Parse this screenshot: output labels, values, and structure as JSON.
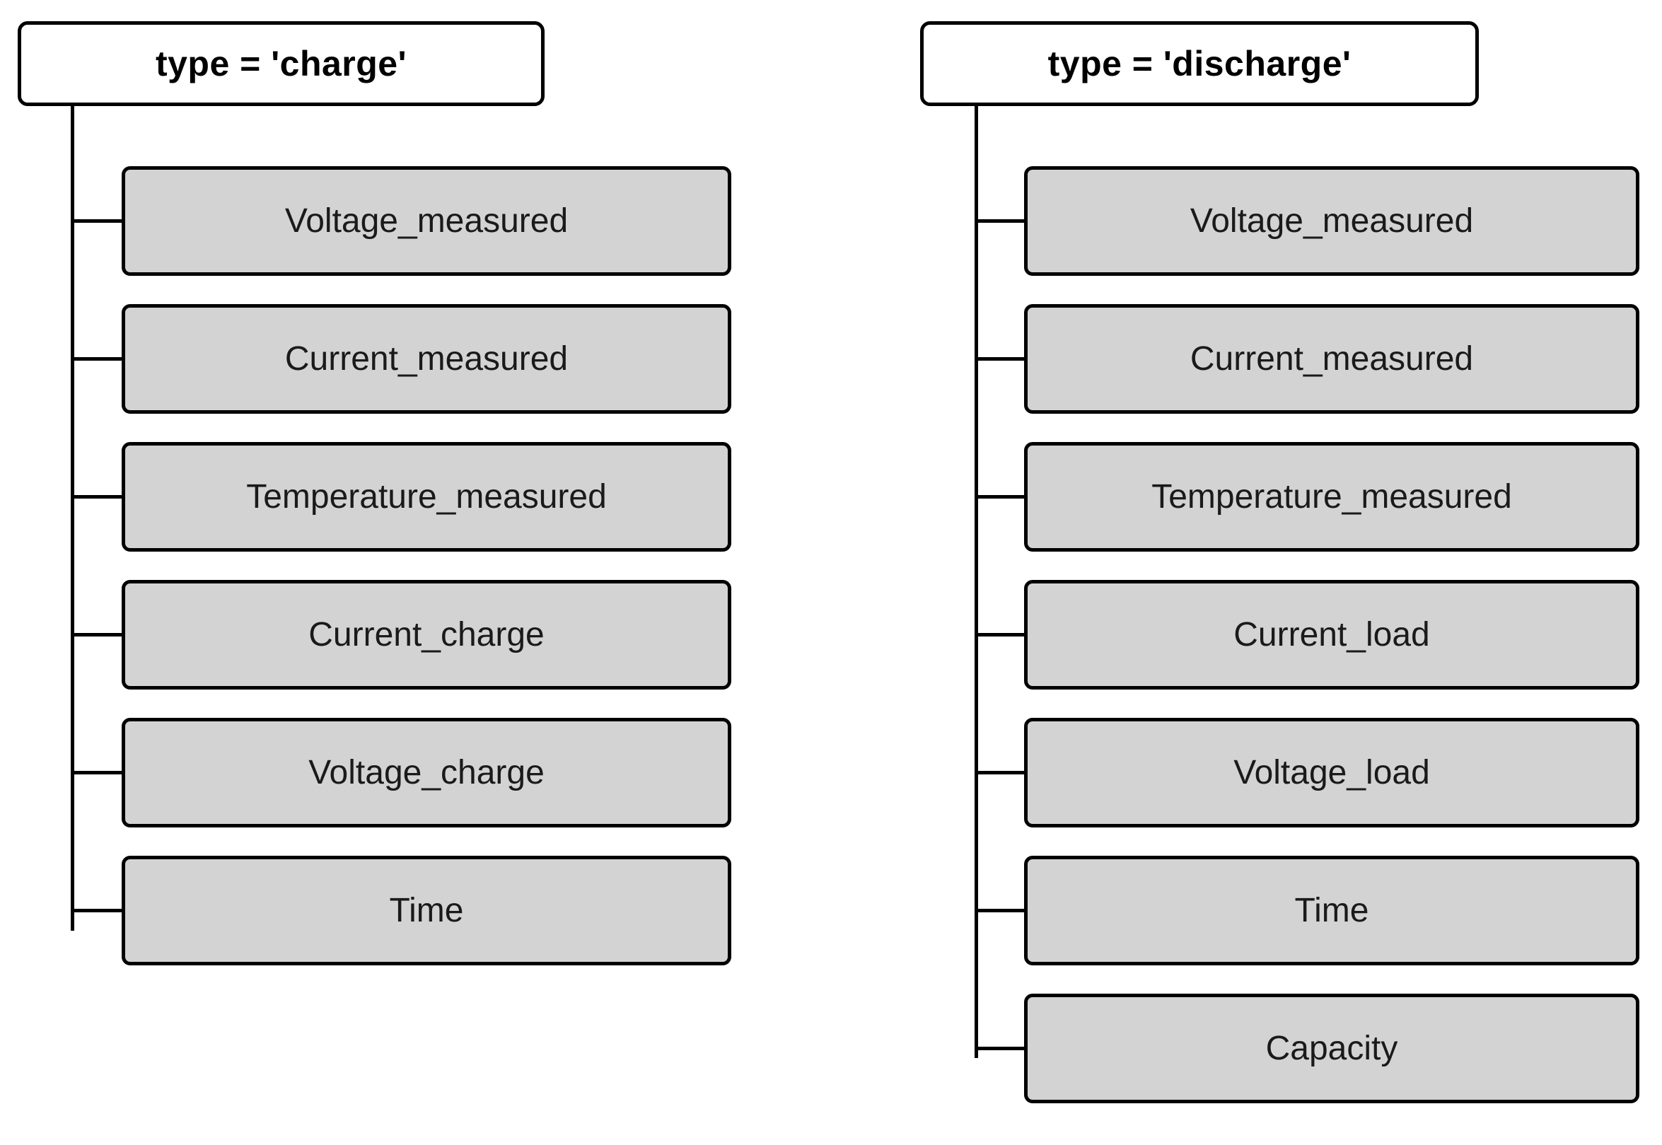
{
  "diagram": {
    "type": "tree-diagram",
    "title_visible": false,
    "background_color": "#FFFFFF",
    "node_fill_color": "#D3D3D3",
    "root_fill_color": "#FFFFFF",
    "border_color": "#000000",
    "text_color": "#000000"
  },
  "trees": [
    {
      "id": "charge",
      "root": {
        "label": "type = 'charge'"
      },
      "children": [
        {
          "label": "Voltage_measured"
        },
        {
          "label": "Current_measured"
        },
        {
          "label": "Temperature_measured"
        },
        {
          "label": "Current_charge"
        },
        {
          "label": "Voltage_charge"
        },
        {
          "label": "Time"
        }
      ]
    },
    {
      "id": "discharge",
      "root": {
        "label": "type = 'discharge'"
      },
      "children": [
        {
          "label": "Voltage_measured"
        },
        {
          "label": "Current_measured"
        },
        {
          "label": "Temperature_measured"
        },
        {
          "label": "Current_load"
        },
        {
          "label": "Voltage_load"
        },
        {
          "label": "Time"
        },
        {
          "label": "Capacity"
        }
      ]
    }
  ]
}
